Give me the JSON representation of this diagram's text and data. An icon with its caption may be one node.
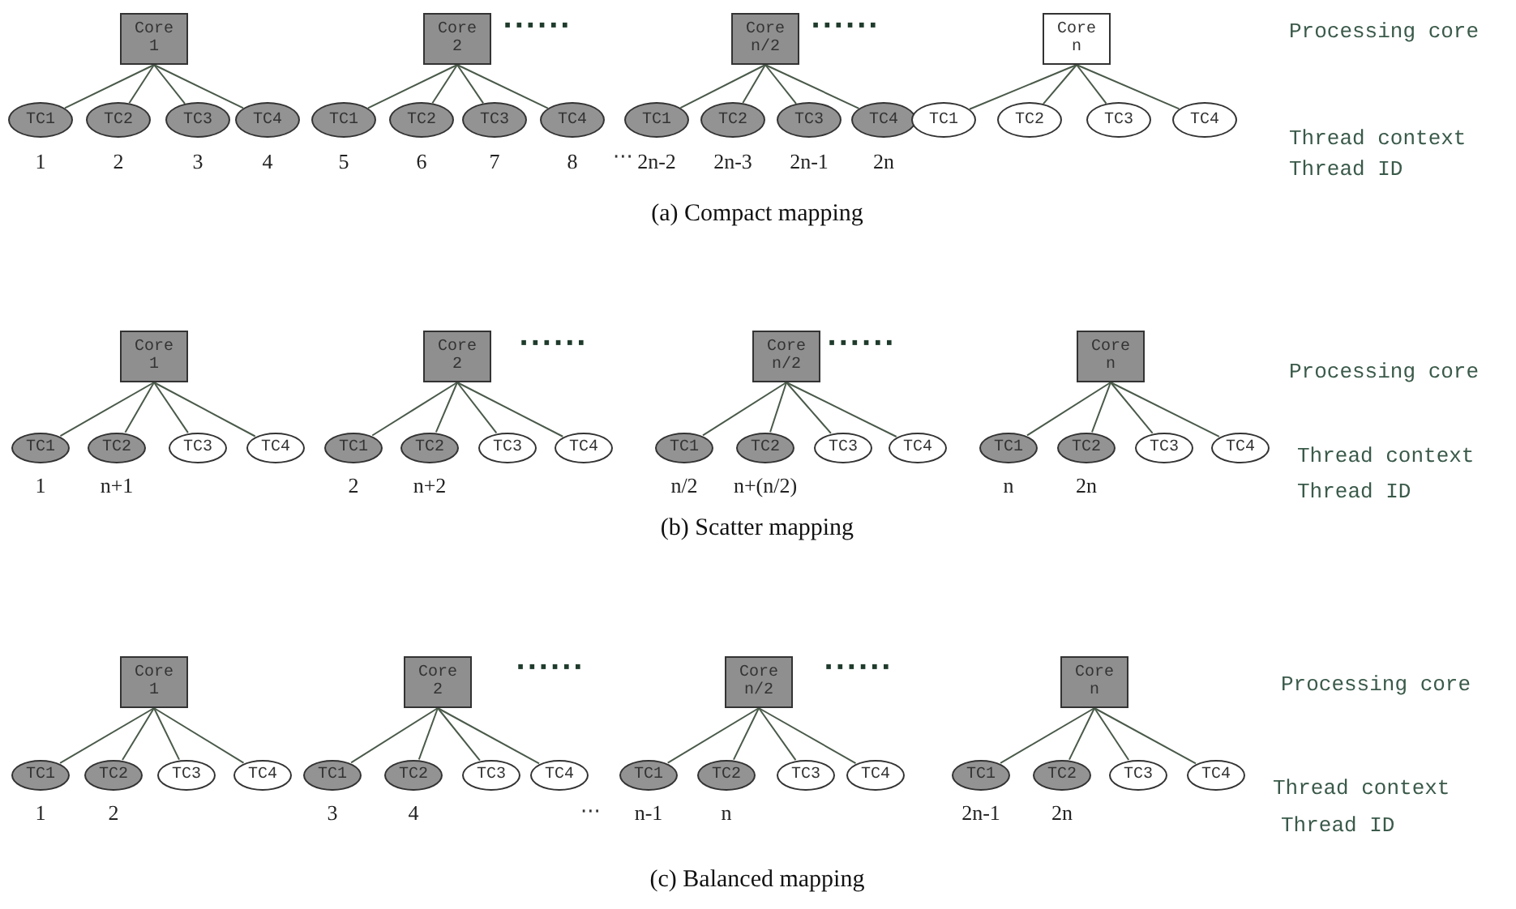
{
  "diagram": {
    "nodes": [
      {
        "text": [
          "Core 1"
        ]
      },
      {
        "text": [
          "TC1"
        ],
        "beside": [
          "1"
        ]
      },
      {
        "text": [
          "TC2"
        ],
        "beside": [
          "2"
        ]
      },
      {
        "text": [
          "TC3"
        ],
        "beside": [
          "3"
        ]
      },
      {
        "text": [
          "TC4"
        ],
        "beside": [
          "4"
        ]
      },
      {
        "text": [
          "Core 2"
        ]
      },
      {
        "text": [
          "TC1"
        ],
        "beside": [
          "5"
        ]
      },
      {
        "text": [
          "TC2"
        ],
        "beside": [
          "6"
        ]
      },
      {
        "text": [
          "TC3"
        ],
        "beside": [
          "7"
        ]
      },
      {
        "text": [
          "TC4"
        ],
        "beside": [
          "8"
        ]
      },
      {
        "text": [
          "Core n/2"
        ]
      },
      {
        "text": [
          "TC1"
        ],
        "beside": [
          "2n-2"
        ]
      },
      {
        "text": [
          "TC2"
        ],
        "beside": [
          "2n-3"
        ]
      },
      {
        "text": [
          "TC3"
        ],
        "beside": [
          "2n-1"
        ]
      },
      {
        "text": [
          "TC4"
        ],
        "beside": [
          "2n"
        ]
      },
      {
        "text": [
          "Core n"
        ]
      },
      {
        "text": [
          "TC1"
        ]
      },
      {
        "text": [
          "TC2"
        ]
      },
      {
        "text": [
          "TC3"
        ]
      },
      {
        "text": [
          "TC4"
        ]
      },
      {
        "text": [
          "Core 1"
        ]
      },
      {
        "text": [
          "TC1"
        ],
        "beside": [
          "1"
        ]
      },
      {
        "text": [
          "TC2"
        ],
        "beside": [
          "n+1"
        ]
      },
      {
        "text": [
          "TC3"
        ]
      },
      {
        "text": [
          "TC4"
        ]
      },
      {
        "text": [
          "Core 2"
        ]
      },
      {
        "text": [
          "TC1"
        ],
        "beside": [
          "2"
        ]
      },
      {
        "text": [
          "TC2"
        ],
        "beside": [
          "n+2"
        ]
      },
      {
        "text": [
          "TC3"
        ]
      },
      {
        "text": [
          "TC4"
        ]
      },
      {
        "text": [
          "Core n/2"
        ]
      },
      {
        "text": [
          "TC1"
        ],
        "beside": [
          "n/2"
        ]
      },
      {
        "text": [
          "TC2"
        ],
        "beside": [
          "n+(n/2)"
        ]
      },
      {
        "text": [
          "TC3"
        ]
      },
      {
        "text": [
          "TC4"
        ]
      },
      {
        "text": [
          "Core n"
        ]
      },
      {
        "text": [
          "TC1"
        ],
        "beside": [
          "n"
        ]
      },
      {
        "text": [
          "TC2"
        ],
        "beside": [
          "2n"
        ]
      },
      {
        "text": [
          "TC3"
        ]
      },
      {
        "text": [
          "TC4"
        ]
      },
      {
        "text": [
          "Core 1"
        ]
      },
      {
        "text": [
          "TC1"
        ],
        "beside": [
          "1"
        ]
      },
      {
        "text": [
          "TC2"
        ],
        "beside": [
          "2"
        ]
      },
      {
        "text": [
          "TC3"
        ]
      },
      {
        "text": [
          "TC4"
        ]
      },
      {
        "text": [
          "Core 2"
        ]
      },
      {
        "text": [
          "TC1"
        ],
        "beside": [
          "3"
        ]
      },
      {
        "text": [
          "TC2"
        ],
        "beside": [
          "4"
        ]
      },
      {
        "text": [
          "TC3"
        ]
      },
      {
        "text": [
          "TC4"
        ]
      },
      {
        "text": [
          "Core n/2"
        ]
      },
      {
        "text": [
          "TC1"
        ],
        "beside": [
          "n-1"
        ]
      },
      {
        "text": [
          "TC2"
        ],
        "beside": [
          "n"
        ]
      },
      {
        "text": [
          "TC3"
        ]
      },
      {
        "text": [
          "TC4"
        ]
      },
      {
        "text": [
          "Core n"
        ]
      },
      {
        "text": [
          "TC1"
        ],
        "beside": [
          "2n-1"
        ]
      },
      {
        "text": [
          "TC2"
        ],
        "beside": [
          "2n"
        ]
      },
      {
        "text": [
          "TC3"
        ]
      },
      {
        "text": [
          "TC4"
        ]
      }
    ],
    "edges": [
      {
        "from": 0,
        "to": 1,
        "arrow": "none"
      },
      {
        "from": 0,
        "to": 2,
        "arrow": "none"
      },
      {
        "from": 0,
        "to": 3,
        "arrow": "none"
      },
      {
        "from": 0,
        "to": 4,
        "arrow": "none"
      },
      {
        "from": 5,
        "to": 6,
        "arrow": "none"
      },
      {
        "from": 5,
        "to": 7,
        "arrow": "none"
      },
      {
        "from": 5,
        "to": 8,
        "arrow": "none"
      },
      {
        "from": 5,
        "to": 9,
        "arrow": "none"
      },
      {
        "from": 10,
        "to": 11,
        "arrow": "none"
      },
      {
        "from": 10,
        "to": 12,
        "arrow": "none"
      },
      {
        "from": 10,
        "to": 13,
        "arrow": "none"
      },
      {
        "from": 10,
        "to": 14,
        "arrow": "none"
      },
      {
        "from": 15,
        "to": 16,
        "arrow": "none"
      },
      {
        "from": 15,
        "to": 17,
        "arrow": "none"
      },
      {
        "from": 15,
        "to": 18,
        "arrow": "none"
      },
      {
        "from": 15,
        "to": 19,
        "arrow": "none"
      },
      {
        "from": 20,
        "to": 21,
        "arrow": "none"
      },
      {
        "from": 20,
        "to": 22,
        "arrow": "none"
      },
      {
        "from": 20,
        "to": 23,
        "arrow": "none"
      },
      {
        "from": 20,
        "to": 24,
        "arrow": "none"
      },
      {
        "from": 25,
        "to": 26,
        "arrow": "none"
      },
      {
        "from": 25,
        "to": 27,
        "arrow": "none"
      },
      {
        "from": 25,
        "to": 28,
        "arrow": "none"
      },
      {
        "from": 25,
        "to": 29,
        "arrow": "none"
      },
      {
        "from": 30,
        "to": 31,
        "arrow": "none"
      },
      {
        "from": 30,
        "to": 32,
        "arrow": "none"
      },
      {
        "from": 30,
        "to": 33,
        "arrow": "none"
      },
      {
        "from": 30,
        "to": 34,
        "arrow": "none"
      },
      {
        "from": 35,
        "to": 36,
        "arrow": "none"
      },
      {
        "from": 35,
        "to": 37,
        "arrow": "none"
      },
      {
        "from": 35,
        "to": 38,
        "arrow": "none"
      },
      {
        "from": 35,
        "to": 39,
        "arrow": "none"
      },
      {
        "from": 40,
        "to": 41,
        "arrow": "none"
      },
      {
        "from": 40,
        "to": 42,
        "arrow": "none"
      },
      {
        "from": 40,
        "to": 43,
        "arrow": "none"
      },
      {
        "from": 40,
        "to": 44,
        "arrow": "none"
      },
      {
        "from": 45,
        "to": 46,
        "arrow": "none"
      },
      {
        "from": 45,
        "to": 47,
        "arrow": "none"
      },
      {
        "from": 45,
        "to": 48,
        "arrow": "none"
      },
      {
        "from": 45,
        "to": 49,
        "arrow": "none"
      },
      {
        "from": 50,
        "to": 51,
        "arrow": "none"
      },
      {
        "from": 50,
        "to": 52,
        "arrow": "none"
      },
      {
        "from": 50,
        "to": 53,
        "arrow": "none"
      },
      {
        "from": 50,
        "to": 54,
        "arrow": "none"
      },
      {
        "from": 55,
        "to": 56,
        "arrow": "none"
      },
      {
        "from": 55,
        "to": 57,
        "arrow": "none"
      },
      {
        "from": 55,
        "to": 58,
        "arrow": "none"
      },
      {
        "from": 55,
        "to": 59,
        "arrow": "none"
      }
    ],
    "labels": [
      "······",
      "······",
      "Processing core",
      "Thread context",
      "···",
      "Thread ID",
      "(a) Compact mapping",
      "······",
      "······",
      "Processing core",
      "Thread context",
      "Thread ID",
      "(b) Scatter mapping",
      "······",
      "······",
      "Processing core",
      "Thread context",
      "···",
      "Thread ID",
      "(c) Balanced mapping"
    ]
  }
}
